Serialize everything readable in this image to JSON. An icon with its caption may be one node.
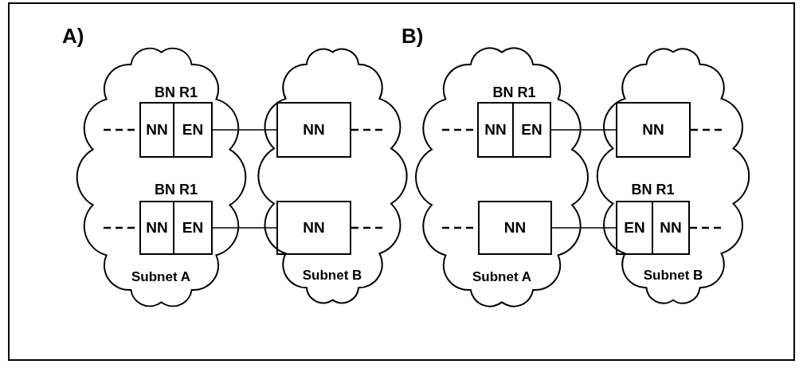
{
  "diagram": {
    "nodes": [
      {
        "text": [
          "Subnet A"
        ]
      },
      {
        "text": [
          "BN R1"
        ],
        "in": 0
      },
      {
        "text": [
          "NN"
        ],
        "in": 1
      },
      {
        "text": [
          "EN"
        ],
        "in": 1
      },
      {
        "text": [
          "BN R1"
        ],
        "in": 0
      },
      {
        "text": [
          "NN"
        ],
        "in": 4
      },
      {
        "text": [
          "EN"
        ],
        "in": 4
      },
      {
        "text": [
          "Subnet B"
        ]
      },
      {
        "text": [
          "NN"
        ],
        "in": 7
      },
      {
        "text": [
          "NN"
        ],
        "in": 7
      },
      {
        "text": [
          "Subnet A"
        ]
      },
      {
        "text": [
          "BN R1"
        ],
        "in": 10
      },
      {
        "text": [
          "NN"
        ],
        "in": 11
      },
      {
        "text": [
          "EN"
        ],
        "in": 11
      },
      {
        "text": [
          "NN"
        ],
        "in": 10
      },
      {
        "text": [
          "Subnet B"
        ]
      },
      {
        "text": [
          "NN"
        ],
        "in": 15
      },
      {
        "text": [
          "BN R1"
        ],
        "in": 15
      },
      {
        "text": [
          "EN"
        ],
        "in": 17
      },
      {
        "text": [
          "NN"
        ],
        "in": 17
      }
    ],
    "edges": [
      {
        "from": null,
        "to": 2,
        "arrow": "none",
        "style": "dashed"
      },
      {
        "from": 3,
        "to": 8,
        "arrow": "none"
      },
      {
        "from": 8,
        "to": null,
        "arrow": "none",
        "style": "dashed"
      },
      {
        "from": null,
        "to": 5,
        "arrow": "none",
        "style": "dashed"
      },
      {
        "from": 6,
        "to": 9,
        "arrow": "none"
      },
      {
        "from": 9,
        "to": null,
        "arrow": "none",
        "style": "dashed"
      },
      {
        "from": null,
        "to": 12,
        "arrow": "none",
        "style": "dashed"
      },
      {
        "from": 13,
        "to": 16,
        "arrow": "none"
      },
      {
        "from": 16,
        "to": null,
        "arrow": "none",
        "style": "dashed"
      },
      {
        "from": null,
        "to": 14,
        "arrow": "none",
        "style": "dashed"
      },
      {
        "from": 14,
        "to": 18,
        "arrow": "none"
      },
      {
        "from": 19,
        "to": null,
        "arrow": "none",
        "style": "dashed"
      }
    ],
    "labels": [
      "A)",
      "B)"
    ]
  }
}
